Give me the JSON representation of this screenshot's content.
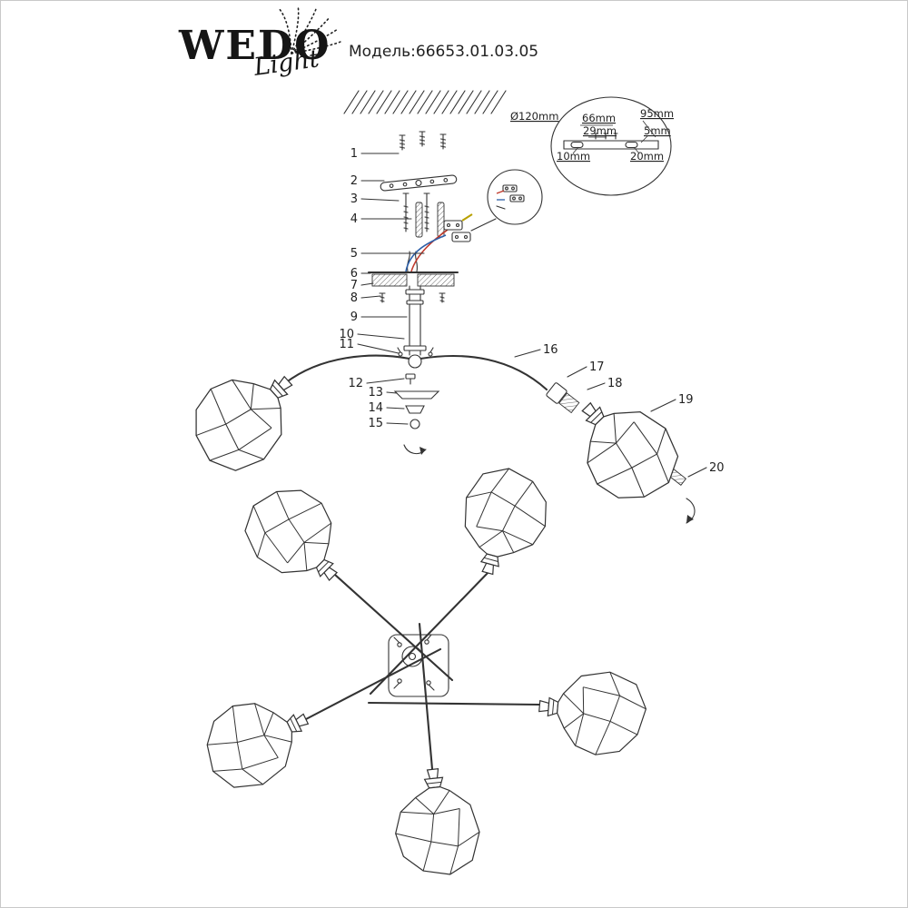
{
  "logo": {
    "brand": "WEDO",
    "script": "Light"
  },
  "model": {
    "label": "Модель:66653.01.03.05"
  },
  "detail_dims": {
    "diameter": "Ø120mm",
    "top": "66mm",
    "total": "95mm",
    "inner": "29mm",
    "slot": "5mm",
    "left": "10mm",
    "right": "20mm"
  },
  "parts": [
    "1",
    "2",
    "3",
    "4",
    "5",
    "6",
    "7",
    "8",
    "9",
    "10",
    "11",
    "12",
    "13",
    "14",
    "15",
    "16",
    "17",
    "18",
    "19",
    "20"
  ],
  "colors": {
    "line": "#333333",
    "wire_red": "#c0392b",
    "wire_blue": "#2d5fa8",
    "wire_yellow": "#b8a000"
  }
}
